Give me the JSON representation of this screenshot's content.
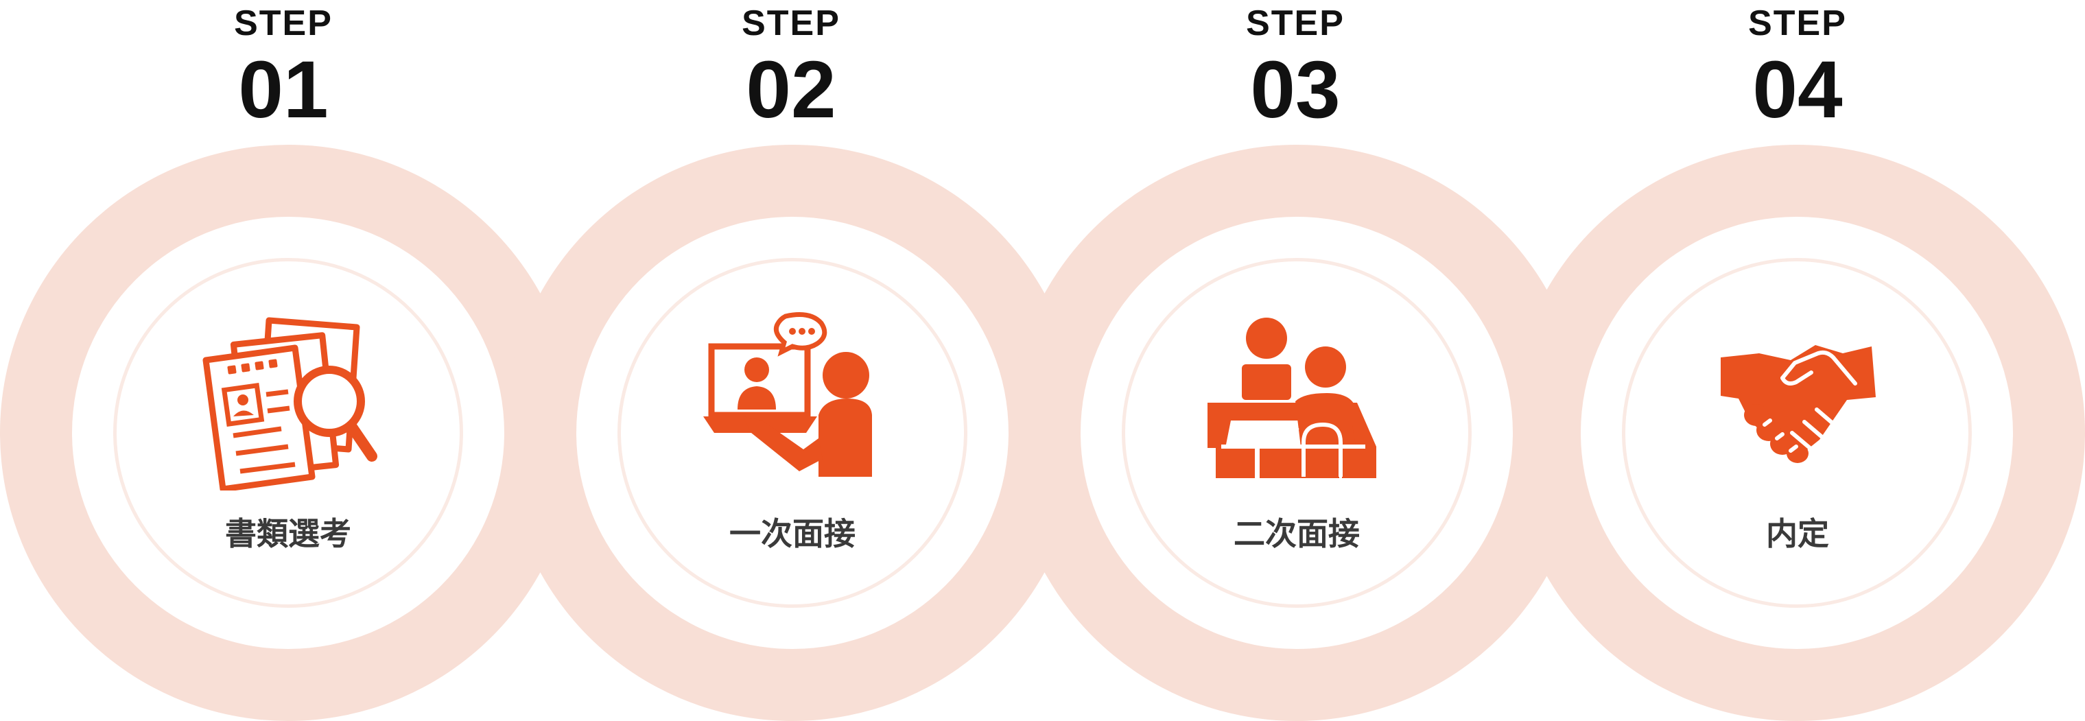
{
  "accent_color": "#e9511f",
  "ring_color": "#f8dfd6",
  "steps": [
    {
      "word": "STEP",
      "number": "01",
      "label": "書類選考",
      "icon": "document-search-icon"
    },
    {
      "word": "STEP",
      "number": "02",
      "label": "一次面接",
      "icon": "online-interview-icon"
    },
    {
      "word": "STEP",
      "number": "03",
      "label": "二次面接",
      "icon": "face-to-face-interview-icon"
    },
    {
      "word": "STEP",
      "number": "04",
      "label": "内定",
      "icon": "handshake-icon"
    }
  ]
}
